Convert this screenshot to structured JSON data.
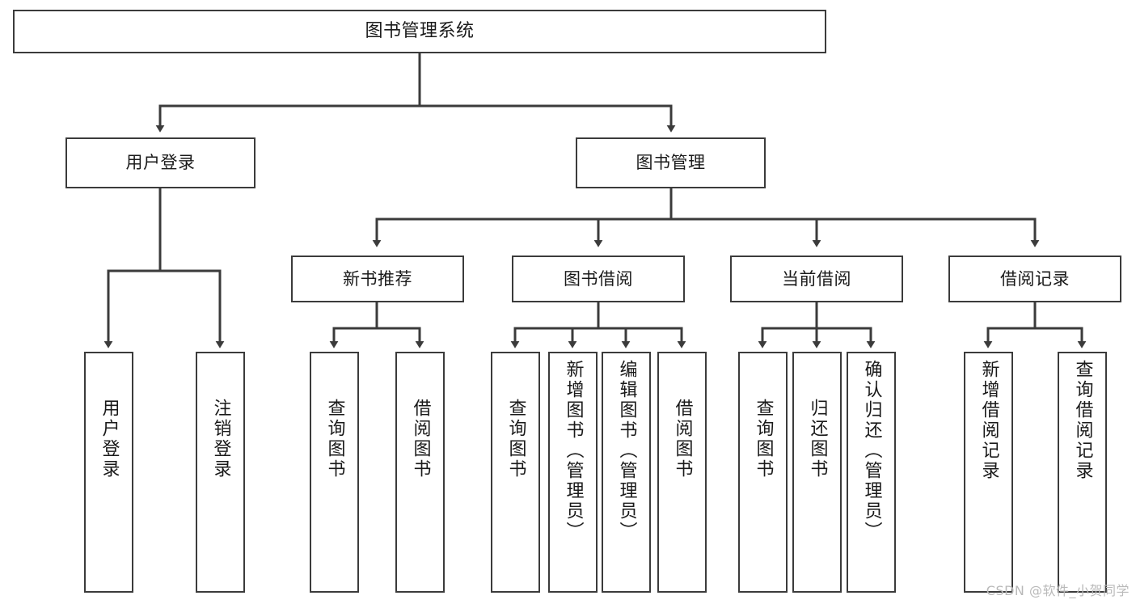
{
  "diagram": {
    "type": "tree",
    "title": "图书管理系统",
    "stroke_color": "#3b3b3b",
    "background_color": "#ffffff",
    "text_color": "#1a1a1a",
    "root": {
      "id": "root",
      "label": "图书管理系统",
      "orientation": "horizontal"
    },
    "level1": [
      {
        "id": "user-login",
        "label": "用户登录",
        "orientation": "horizontal"
      },
      {
        "id": "book-manage",
        "label": "图书管理",
        "orientation": "horizontal"
      }
    ],
    "level2": [
      {
        "id": "new-book-recommend",
        "label": "新书推荐",
        "orientation": "horizontal",
        "parent": "book-manage"
      },
      {
        "id": "book-borrow",
        "label": "图书借阅",
        "orientation": "horizontal",
        "parent": "book-manage"
      },
      {
        "id": "current-borrow",
        "label": "当前借阅",
        "orientation": "horizontal",
        "parent": "book-manage"
      },
      {
        "id": "borrow-record",
        "label": "借阅记录",
        "orientation": "horizontal",
        "parent": "book-manage"
      }
    ],
    "leaves": [
      {
        "id": "leaf-user-login",
        "label": "用户登录",
        "parent": "user-login",
        "orientation": "vertical"
      },
      {
        "id": "leaf-logout-login",
        "label": "注销登录",
        "parent": "user-login",
        "orientation": "vertical"
      },
      {
        "id": "leaf-query-book-1",
        "label": "查询图书",
        "parent": "new-book-recommend",
        "orientation": "vertical"
      },
      {
        "id": "leaf-borrow-book-1",
        "label": "借阅图书",
        "parent": "new-book-recommend",
        "orientation": "vertical"
      },
      {
        "id": "leaf-query-book-2",
        "label": "查询图书",
        "parent": "book-borrow",
        "orientation": "vertical"
      },
      {
        "id": "leaf-add-book",
        "label": "新增图书（管理员）",
        "parent": "book-borrow",
        "orientation": "vertical"
      },
      {
        "id": "leaf-edit-book",
        "label": "编辑图书（管理员）",
        "parent": "book-borrow",
        "orientation": "vertical"
      },
      {
        "id": "leaf-borrow-book-2",
        "label": "借阅图书",
        "parent": "book-borrow",
        "orientation": "vertical"
      },
      {
        "id": "leaf-query-book-3",
        "label": "查询图书",
        "parent": "current-borrow",
        "orientation": "vertical"
      },
      {
        "id": "leaf-return-book",
        "label": "归还图书",
        "parent": "current-borrow",
        "orientation": "vertical"
      },
      {
        "id": "leaf-confirm-return",
        "label": "确认归还（管理员）",
        "parent": "current-borrow",
        "orientation": "vertical"
      },
      {
        "id": "leaf-add-borrow-record",
        "label": "新增借阅记录",
        "parent": "borrow-record",
        "orientation": "vertical"
      },
      {
        "id": "leaf-query-borrow-record",
        "label": "查询借阅记录",
        "parent": "borrow-record",
        "orientation": "vertical"
      }
    ]
  },
  "watermark": {
    "text": "CSDN @软件_小贺同学"
  }
}
